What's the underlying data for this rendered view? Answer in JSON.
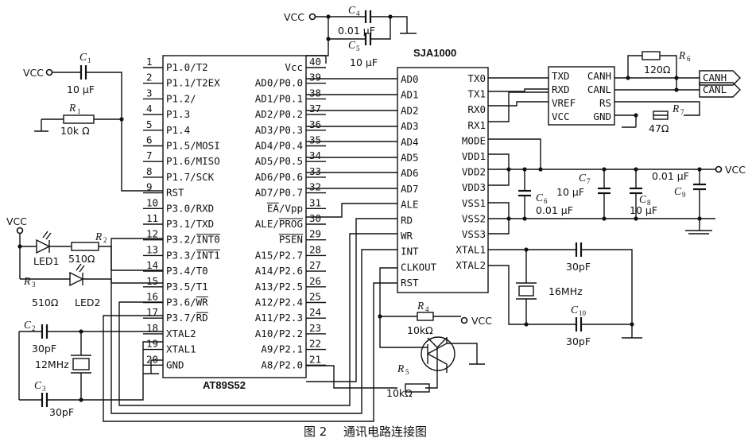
{
  "at89s52": {
    "name": "AT89S52",
    "left_pins": [
      {
        "num": "1",
        "label": "P1.0/T2"
      },
      {
        "num": "2",
        "label": "P1.1/T2EX"
      },
      {
        "num": "3",
        "label": "P1.2/"
      },
      {
        "num": "4",
        "label": "P1.3"
      },
      {
        "num": "5",
        "label": "P1.4"
      },
      {
        "num": "6",
        "label": "P1.5/MOSI"
      },
      {
        "num": "7",
        "label": "P1.6/MISO"
      },
      {
        "num": "8",
        "label": "P1.7/SCK"
      },
      {
        "num": "9",
        "label": "RST"
      },
      {
        "num": "10",
        "label": "P3.0/RXD"
      },
      {
        "num": "11",
        "label": "P3.1/TXD"
      },
      {
        "num": "12",
        "label": "P3.2/INT0"
      },
      {
        "num": "13",
        "label": "P3.3/INT1"
      },
      {
        "num": "14",
        "label": "P3.4/T0"
      },
      {
        "num": "15",
        "label": "P3.5/T1"
      },
      {
        "num": "16",
        "label": "P3.6/WR"
      },
      {
        "num": "17",
        "label": "P3.7/RD"
      },
      {
        "num": "18",
        "label": "XTAL2"
      },
      {
        "num": "19",
        "label": "XTAL1"
      },
      {
        "num": "20",
        "label": "GND"
      }
    ],
    "right_pins": [
      {
        "num": "40",
        "label": "Vcc"
      },
      {
        "num": "39",
        "label": "AD0/P0.0"
      },
      {
        "num": "38",
        "label": "AD1/P0.1"
      },
      {
        "num": "37",
        "label": "AD2/P0.2"
      },
      {
        "num": "36",
        "label": "AD3/P0.3"
      },
      {
        "num": "35",
        "label": "AD4/P0.4"
      },
      {
        "num": "34",
        "label": "AD5/P0.5"
      },
      {
        "num": "33",
        "label": "AD6/P0.6"
      },
      {
        "num": "32",
        "label": "AD7/P0.7"
      },
      {
        "num": "31",
        "label": "EA/Vpp"
      },
      {
        "num": "30",
        "label": "ALE/PROG"
      },
      {
        "num": "29",
        "label": "PSEN"
      },
      {
        "num": "28",
        "label": "A15/P2.7"
      },
      {
        "num": "27",
        "label": "A14/P2.6"
      },
      {
        "num": "26",
        "label": "A13/P2.5"
      },
      {
        "num": "25",
        "label": "A12/P2.4"
      },
      {
        "num": "24",
        "label": "A11/P2.3"
      },
      {
        "num": "23",
        "label": "A10/P2.2"
      },
      {
        "num": "22",
        "label": "A9/P2.1"
      },
      {
        "num": "21",
        "label": "A8/P2.0"
      }
    ]
  },
  "sja1000": {
    "name": "SJA1000",
    "left_pins": [
      "AD0",
      "AD1",
      "AD2",
      "AD3",
      "AD4",
      "AD5",
      "AD6",
      "AD7",
      "ALE",
      "RD",
      "WR",
      "INT",
      "CLKOUT",
      "RST"
    ],
    "right_pins": [
      "TX0",
      "TX1",
      "RX0",
      "RX1",
      "MODE",
      "VDD1",
      "VDD2",
      "VDD3",
      "VSS1",
      "VSS2",
      "VSS3",
      "XTAL1",
      "XTAL2"
    ]
  },
  "transceiver": {
    "left_pins": [
      "TXD",
      "RXD",
      "VREF",
      "VCC"
    ],
    "right_pins": [
      "CANH",
      "CANL",
      "RS",
      "GND"
    ]
  },
  "bus": {
    "canh": "CANH",
    "canl": "CANL"
  },
  "supply_labels": {
    "top": "VCC",
    "left": "VCC",
    "led": "VCC",
    "right": "VCC",
    "r4": "VCC"
  },
  "components": {
    "c1": {
      "ref": "C",
      "sub": "1",
      "value": "10 μF"
    },
    "r1": {
      "ref": "R",
      "sub": "1",
      "value": "10k Ω"
    },
    "c2": {
      "ref": "C",
      "sub": "2",
      "value": "30pF"
    },
    "c3": {
      "ref": "C",
      "sub": "3",
      "value": "30pF"
    },
    "x1": {
      "value": "12MHz"
    },
    "r2": {
      "ref": "R",
      "sub": "2",
      "value": "510Ω"
    },
    "r3": {
      "ref": "R",
      "sub": "3",
      "value": "510Ω"
    },
    "led1": {
      "label": "LED1"
    },
    "led2": {
      "label": "LED2"
    },
    "c4": {
      "ref": "C",
      "sub": "4",
      "value": "0.01 μF"
    },
    "c5": {
      "ref": "C",
      "sub": "5",
      "value": "10 μF"
    },
    "r4": {
      "ref": "R",
      "sub": "4",
      "value": "10kΩ"
    },
    "r5": {
      "ref": "R",
      "sub": "5",
      "value": "10kΩ"
    },
    "r6": {
      "ref": "R",
      "sub": "6",
      "value": "120Ω"
    },
    "r7": {
      "ref": "R",
      "sub": "7",
      "value": "47Ω"
    },
    "c6": {
      "ref": "C",
      "sub": "6",
      "value": "0.01 μF"
    },
    "c7": {
      "ref": "C",
      "sub": "7",
      "value": "10 μF"
    },
    "c8": {
      "ref": "C",
      "sub": "8",
      "value": "10 μF"
    },
    "c9": {
      "ref": "C",
      "sub": "9",
      "value": "0.01 μF"
    },
    "c10": {
      "ref": "C",
      "sub": "10",
      "value": "30pF"
    },
    "c_xtal_top": {
      "value": "30pF"
    },
    "x2": {
      "value": "16MHz"
    }
  },
  "caption": {
    "fig": "图 2",
    "title": "通讯电路连接图"
  }
}
